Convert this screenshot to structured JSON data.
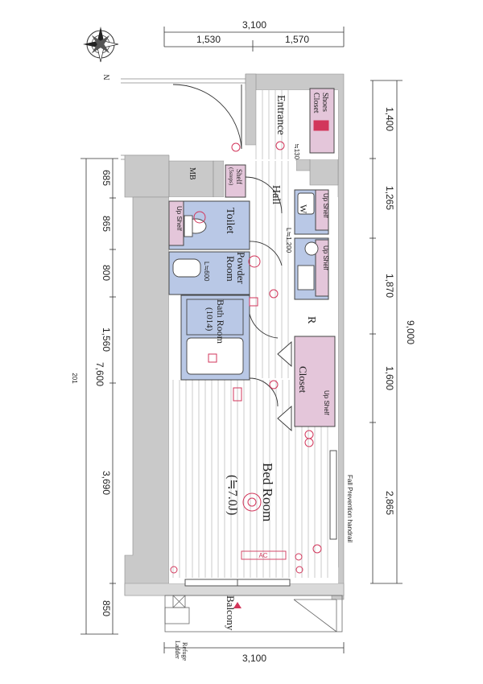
{
  "colors": {
    "wall": "#c9c9c9",
    "floor_line": "#9a9a9a",
    "wet_area": "#b9c8e6",
    "storage": "#e4c6da",
    "accent": "#d2365b",
    "dim_line": "#333333"
  },
  "compass": {
    "icon": "compass-rose-icon",
    "north_label": "N"
  },
  "dimensions": {
    "top_total": "3,100",
    "top_left": "1,530",
    "top_right": "1,570",
    "bottom_total": "3,100",
    "left_total": "7,600",
    "left_segments": [
      "685",
      "865",
      "800",
      "1,560",
      "3,690",
      "850"
    ],
    "right_total": "9,000",
    "right_segments": [
      "1,400",
      "1,265",
      "1,870",
      "1,600",
      "2,865"
    ],
    "side_note": "201"
  },
  "rooms": {
    "entrance": "Entrance",
    "shoes_closet": "Shoes\nCloset",
    "mb": "MB",
    "shelf": "Shelf\n(5steps)",
    "hall": "Hall",
    "toilet": "Toilet",
    "powder_room": "Powder\nRoom",
    "bath_room": "Bath Room\n(1014)",
    "closet": "Closet",
    "bed_room": "Bed Room",
    "bed_room_size": "(≒7.0J)",
    "balcony": "Balcony",
    "refuge_ladder": "Refuge\nLadder"
  },
  "labels": {
    "up_shelf": "Up Shelf",
    "up_shelf_w": "W",
    "l_600": "L≒600",
    "l_1200": "L≒1,200",
    "step_130": "≒130",
    "r_mark": "R",
    "ac": "AC",
    "fall_prevention": "Fall Prevention handrail"
  }
}
